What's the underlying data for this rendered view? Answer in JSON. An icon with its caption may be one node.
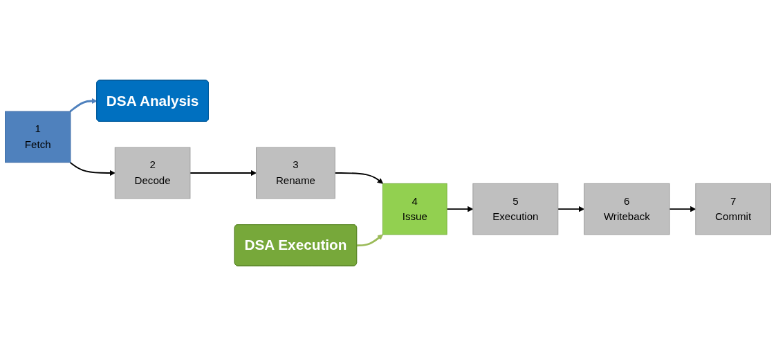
{
  "diagram": {
    "nodes": [
      {
        "text": [
          "DSA Analysis"
        ]
      },
      {
        "text": [
          "1",
          "Fetch"
        ]
      },
      {
        "text": [
          "2",
          "Decode"
        ]
      },
      {
        "text": [
          "3",
          "Rename"
        ]
      },
      {
        "text": [
          "4",
          "Issue"
        ]
      },
      {
        "text": [
          "5",
          "Execution"
        ]
      },
      {
        "text": [
          "6",
          "Writeback"
        ]
      },
      {
        "text": [
          "7",
          "Commit"
        ]
      },
      {
        "text": [
          "DSA Execution"
        ]
      }
    ],
    "edges": [
      {
        "from": 1,
        "to": 0,
        "arrow": "to",
        "color": "#4f81bd"
      },
      {
        "from": 1,
        "to": 2,
        "arrow": "to"
      },
      {
        "from": 2,
        "to": 3,
        "arrow": "to"
      },
      {
        "from": 3,
        "to": 4,
        "arrow": "to"
      },
      {
        "from": 4,
        "to": 5,
        "arrow": "to"
      },
      {
        "from": 5,
        "to": 6,
        "arrow": "to"
      },
      {
        "from": 6,
        "to": 7,
        "arrow": "to"
      },
      {
        "from": 8,
        "to": 4,
        "arrow": "to",
        "color": "#9bbb59"
      }
    ]
  }
}
